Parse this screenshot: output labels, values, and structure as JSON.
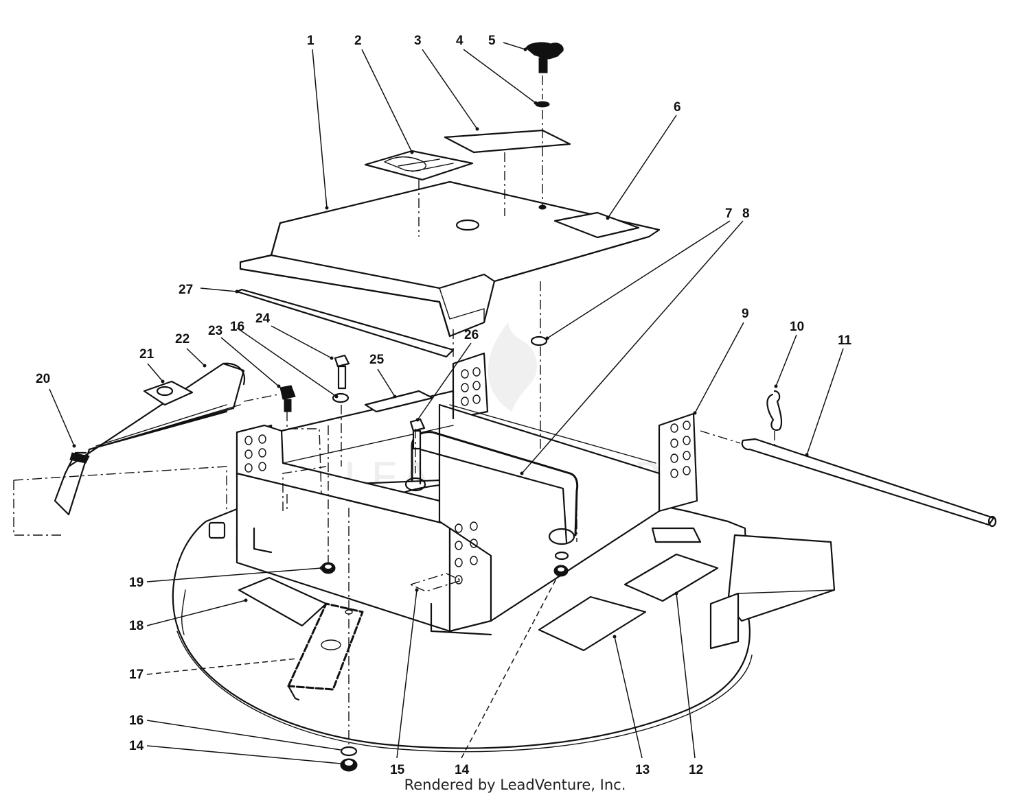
{
  "diagram": {
    "watermark": "LEADVENTURE",
    "credit": "Rendered by LeadVenture, Inc.",
    "callouts": [
      {
        "id": "c1",
        "number": "1"
      },
      {
        "id": "c2",
        "number": "2"
      },
      {
        "id": "c3",
        "number": "3"
      },
      {
        "id": "c4",
        "number": "4"
      },
      {
        "id": "c5",
        "number": "5"
      },
      {
        "id": "c6",
        "number": "6"
      },
      {
        "id": "c7",
        "number": "7"
      },
      {
        "id": "c8",
        "number": "8"
      },
      {
        "id": "c9",
        "number": "9"
      },
      {
        "id": "c10",
        "number": "10"
      },
      {
        "id": "c11",
        "number": "11"
      },
      {
        "id": "c12",
        "number": "12"
      },
      {
        "id": "c13",
        "number": "13"
      },
      {
        "id": "c14a",
        "number": "14"
      },
      {
        "id": "c14b",
        "number": "14"
      },
      {
        "id": "c15",
        "number": "15"
      },
      {
        "id": "c16a",
        "number": "16"
      },
      {
        "id": "c16b",
        "number": "16"
      },
      {
        "id": "c17",
        "number": "17"
      },
      {
        "id": "c18",
        "number": "18"
      },
      {
        "id": "c19",
        "number": "19"
      },
      {
        "id": "c20",
        "number": "20"
      },
      {
        "id": "c21",
        "number": "21"
      },
      {
        "id": "c22",
        "number": "22"
      },
      {
        "id": "c23",
        "number": "23"
      },
      {
        "id": "c24",
        "number": "24"
      },
      {
        "id": "c25",
        "number": "25"
      },
      {
        "id": "c26",
        "number": "26"
      },
      {
        "id": "c27",
        "number": "27"
      }
    ]
  }
}
